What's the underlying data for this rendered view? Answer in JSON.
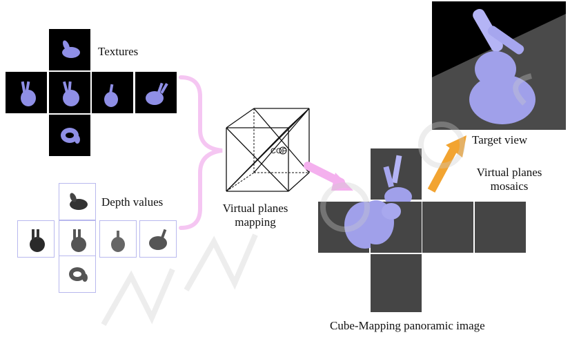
{
  "labels": {
    "textures": "Textures",
    "depth_values": "Depth values",
    "virtual_planes_mapping_1": "Virtual planes",
    "virtual_planes_mapping_2": "mapping",
    "cop": "COP",
    "target_view": "Target view",
    "mosaics_1": "Virtual planes",
    "mosaics_2": "mosaics",
    "cube_mapping": "Cube-Mapping panoramic image"
  },
  "colors": {
    "bunny": "#8f8fe6",
    "bunny_light": "#b4b4f5",
    "brace": "#f5c6f2",
    "arrow_pink": "#f4b0ee",
    "arrow_orange": "#f2a431",
    "pano_tile": "#454545",
    "depth_border": "#b8b8ee"
  },
  "icons": [
    "bunny-icon",
    "cube-icon",
    "curly-brace-icon",
    "arrow-icon"
  ]
}
